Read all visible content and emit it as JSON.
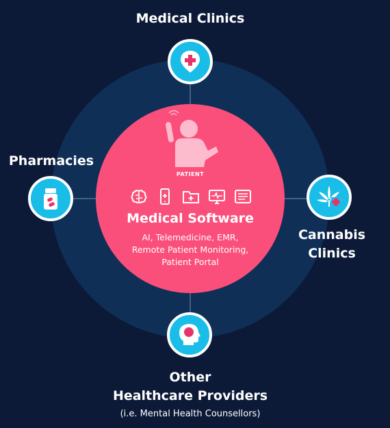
{
  "nodes": {
    "top": {
      "label": "Medical Clinics",
      "icon": "clinic-pin-icon"
    },
    "left": {
      "label": "Pharmacies",
      "icon": "pill-bottle-icon"
    },
    "right": {
      "label_line1": "Cannabis",
      "label_line2": "Clinics",
      "icon": "cannabis-leaf-icon"
    },
    "bottom": {
      "label_line1": "Other",
      "label_line2": "Healthcare Providers",
      "sublabel": "(i.e. Mental Health Counsellors)",
      "icon": "head-icon"
    }
  },
  "center": {
    "patient_label": "PATIENT",
    "title": "Medical Software",
    "desc_line1": "AI, Telemedicine, EMR,",
    "desc_line2": "Remote Patient Monitoring,",
    "desc_line3": "Patient Portal",
    "icons": [
      "brain-icon",
      "mobile-phone-icon",
      "medical-folder-icon",
      "monitor-ecg-icon",
      "document-icon"
    ]
  },
  "colors": {
    "background": "#0c1a38",
    "outer_ring": "#0f2f57",
    "center_circle": "#fb4f7b",
    "node_fill": "#19bde8",
    "accent": "#e8336a",
    "patient_figure": "#fdbccd"
  }
}
